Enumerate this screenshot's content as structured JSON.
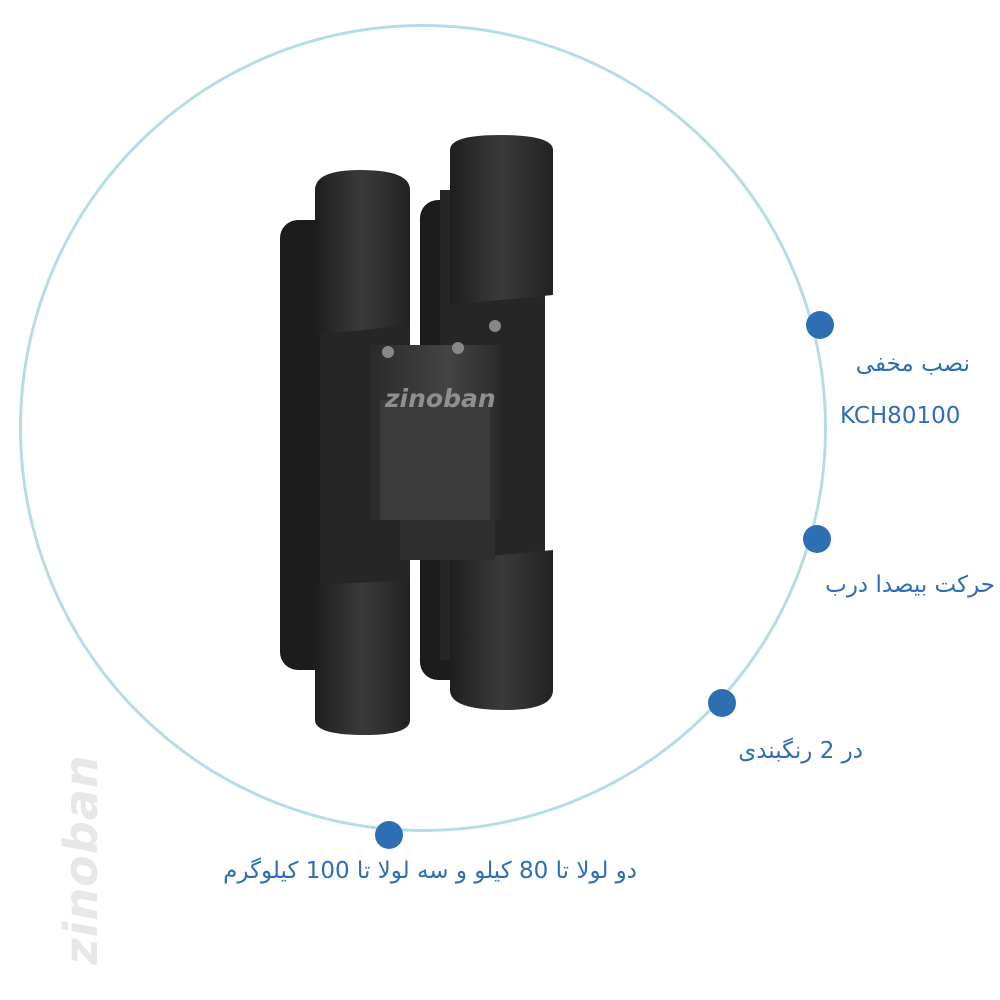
{
  "brand": {
    "logo_text": "zinoban",
    "watermark_text": "zinoban"
  },
  "product_image": {
    "icon": "concealed-hinge-image"
  },
  "features": [
    {
      "label": "نصب مخفی",
      "sub": "KCH80100"
    },
    {
      "label": "حرکت بیصدا درب"
    },
    {
      "label": "در 2 رنگبندی"
    },
    {
      "label": "دو لولا تا 80 کیلو و سه لولا تا 100 کیلوگرم"
    }
  ],
  "colors": {
    "accent": "#2e6fb3",
    "ring": "#b6dde6",
    "product": "#2b2b2b"
  }
}
